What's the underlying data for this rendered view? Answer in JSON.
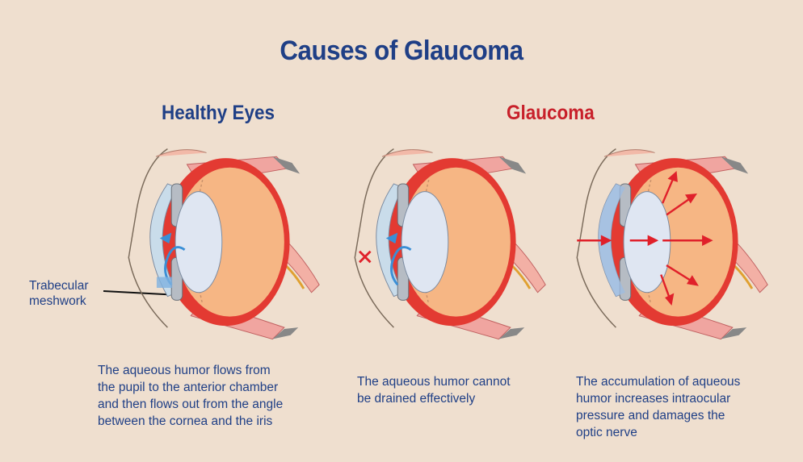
{
  "title": "Causes of Glaucoma",
  "headings": {
    "healthy": "Healthy Eyes",
    "glaucoma": "Glaucoma"
  },
  "label": {
    "line1": "Trabecular",
    "line2": "meshwork"
  },
  "captions": {
    "healthy": [
      "The aqueous humor flows from",
      "the pupil to the anterior chamber",
      "and then flows out from the angle",
      "between the cornea and the iris"
    ],
    "blocked": [
      "The aqueous humor cannot",
      "be drained effectively"
    ],
    "pressure": [
      "The accumulation of aqueous",
      "humor increases intraocular",
      "pressure and damages the",
      "optic nerve"
    ]
  },
  "colors": {
    "title": "#1f3f86",
    "glaucoma_heading": "#c8202a",
    "background": "#efdfcf",
    "sclera": "#e33a32",
    "vitreous": "#f6b684",
    "lens": "#dfe6f2",
    "cornea": "#c9dcea",
    "aqueous_flow": "#3a8fd6",
    "pressure_arrow": "#e0202a"
  }
}
